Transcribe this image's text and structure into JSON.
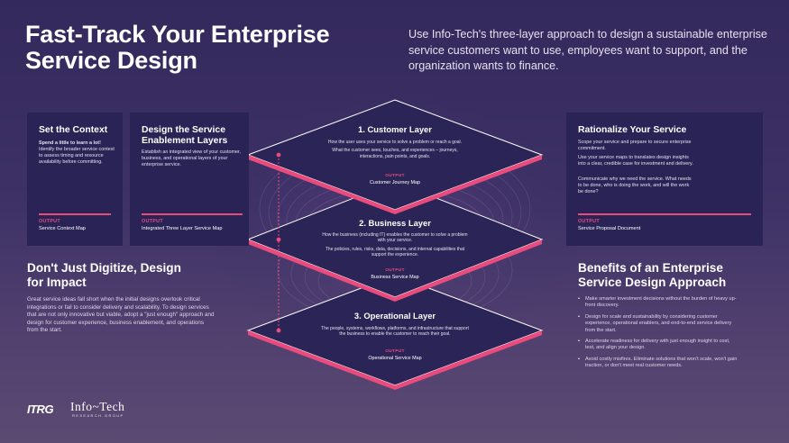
{
  "header": {
    "title": "Fast-Track Your Enterprise Service Design",
    "intro": "Use Info-Tech's three-layer approach to design a sustainable enterprise service customers want to use, employees want to support, and the organization wants to finance."
  },
  "cards": {
    "context": {
      "title": "Set the Context",
      "lead": "Spend a little to learn a lot!",
      "body": "Identify the broader service context to assess timing and resource availability before committing.",
      "output_label": "OUTPUT",
      "output_value": "Service Context Map"
    },
    "enablement": {
      "title": "Design the Service Enablement Layers",
      "body": "Establish an integrated view of your customer, business, and operational layers of your enterprise service.",
      "output_label": "OUTPUT",
      "output_value": "Integrated Three Layer Service Map"
    },
    "rationalize": {
      "title": "Rationalize Your Service",
      "p1": "Scope your service and prepare to secure enterprise commitment.",
      "p2": "Use your service maps to translates design insights into a clear, credible case for investment and delivery.",
      "p3": "Communicate why we need the service. What needs to be done, who is doing the work, and will the work be done?",
      "output_label": "OUTPUT",
      "output_value": "Service Proposal Document"
    }
  },
  "layers": [
    {
      "title": "1. Customer Layer",
      "bullets": [
        "How the user uses your service to solve a problem or reach a goal.",
        "What the customer sees, touches, and experiences – journeys, interactions, pain points, and goals."
      ],
      "output_label": "OUTPUT",
      "output_value": "Customer Journey Map"
    },
    {
      "title": "2. Business Layer",
      "bullets": [
        "How the business (including IT) enables the customer to solve a problem with your service.",
        "The policies, rules, risks, data, decisions, and internal capabilities that support the experience."
      ],
      "output_label": "OUTPUT",
      "output_value": "Business Service Map"
    },
    {
      "title": "3. Operational Layer",
      "bullets": [
        "The people, systems, workflows, platforms, and infrastructure that support the business to enable the customer to reach their goal."
      ],
      "output_label": "OUTPUT",
      "output_value": "Operational Service Map"
    }
  ],
  "digitize": {
    "heading": "Don't Just Digitize, Design for Impact",
    "body": "Great service ideas fall short when the initial designs overlook critical integrations or fail to consider delivery and scalability. To design services that are not only innovative but viable, adopt a \"just enough\" approach and design for customer experience, business enablement, and operations from the start."
  },
  "benefits": {
    "heading": "Benefits of an Enterprise Service Design Approach",
    "items": [
      "Make smarter investment decisions without the burden of heavy up-front discovery.",
      "Design for scale and sustainability by considering customer experience, operational enablers, and end-to-end service delivery from the start.",
      "Accelerate readiness for delivery with just enough insight to cost, test, and align your design.",
      "Avoid costly misfires. Eliminate solutions that won't scale, won't gain traction, or don't meet real customer needs."
    ]
  },
  "footer": {
    "logo_itrg": "ITRG",
    "logo_infotech": "Info~Tech",
    "logo_sub": "RESEARCH GROUP"
  },
  "colors": {
    "accent": "#e94b7d",
    "card": "#292356",
    "background": "#3a2f64"
  }
}
